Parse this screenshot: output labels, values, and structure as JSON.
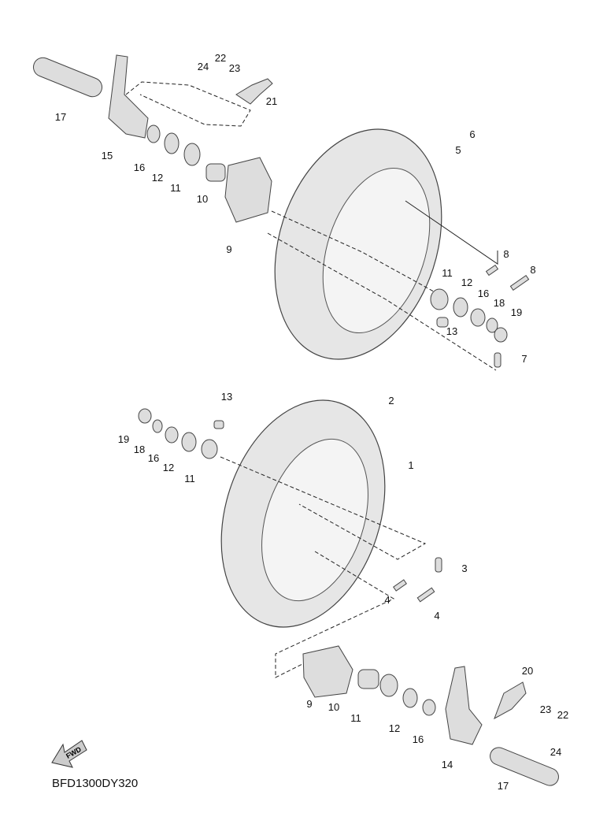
{
  "diagram_code": "BFD1300DY320",
  "fwd_label": "FWD",
  "top_assembly_labels": [
    "17",
    "15",
    "16",
    "12",
    "11",
    "10",
    "9",
    "24",
    "22",
    "23",
    "21",
    "6",
    "5",
    "8",
    "8",
    "11",
    "12",
    "16",
    "18",
    "19",
    "13",
    "7"
  ],
  "bottom_assembly_labels": [
    "13",
    "2",
    "19",
    "18",
    "16",
    "12",
    "11",
    "1",
    "3",
    "4",
    "4",
    "20",
    "23",
    "22",
    "24",
    "9",
    "10",
    "11",
    "12",
    "16",
    "14",
    "17"
  ]
}
